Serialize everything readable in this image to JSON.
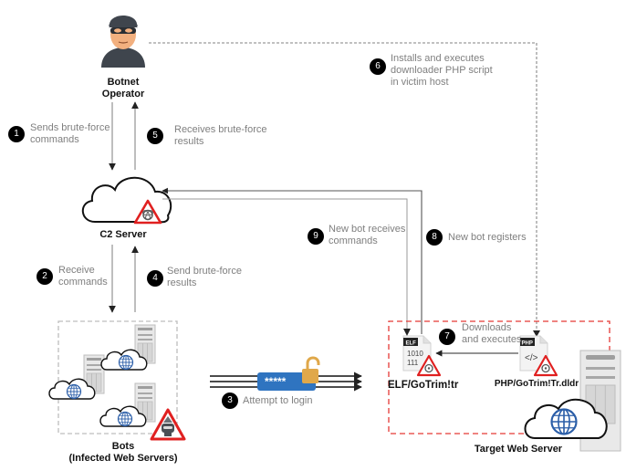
{
  "diagram": {
    "type": "botnet-attack-flow",
    "nodes": {
      "operator": {
        "label_line1": "Botnet",
        "label_line2": "Operator",
        "icon": "hooded-hacker-icon"
      },
      "c2": {
        "label": "C2 Server",
        "icon": "cloud-icon",
        "warning": "biohazard-warning-icon"
      },
      "bots": {
        "label_line1": "Bots",
        "label_line2": "(Infected Web Servers)",
        "icon": "server-cloud-group-icon",
        "warning": "robot-warning-icon"
      },
      "target": {
        "label": "Target Web Server",
        "icon": "server-cloud-icon"
      },
      "elf": {
        "label": "ELF/GoTrim!tr",
        "tag": "ELF",
        "content_line1": "1010",
        "content_line2": "111"
      },
      "php": {
        "label": "PHP/GoTrim!Tr.dldr",
        "tag": "PHP",
        "content": "</>"
      }
    },
    "steps": [
      {
        "num": "1",
        "line1": "Sends brute-force",
        "line2": "commands"
      },
      {
        "num": "2",
        "line1": "Receive",
        "line2": "commands"
      },
      {
        "num": "3",
        "line1": "Attempt to login",
        "line2": ""
      },
      {
        "num": "4",
        "line1": "Send brute-force",
        "line2": "results"
      },
      {
        "num": "5",
        "line1": "Receives brute-force",
        "line2": "results"
      },
      {
        "num": "6",
        "line1": "Installs and executes",
        "line2": "downloader PHP script",
        "line3": "in victim host"
      },
      {
        "num": "7",
        "line1": "Downloads",
        "line2": "and executes"
      },
      {
        "num": "8",
        "line1": "New bot registers",
        "line2": ""
      },
      {
        "num": "9",
        "line1": "New bot receives",
        "line2": "commands"
      }
    ],
    "password_mask": "*****",
    "colors": {
      "arrow": "#333333",
      "arrow_light": "#999999",
      "dashed_gray": "#9a9a9a",
      "target_border": "#e53935",
      "warning_red": "#e02020",
      "globe_blue": "#2b5ea8",
      "password_bar": "#2f74c0",
      "lock_gold": "#e0a84a",
      "badge": "#000000",
      "step_text": "#7f7f7f"
    }
  }
}
